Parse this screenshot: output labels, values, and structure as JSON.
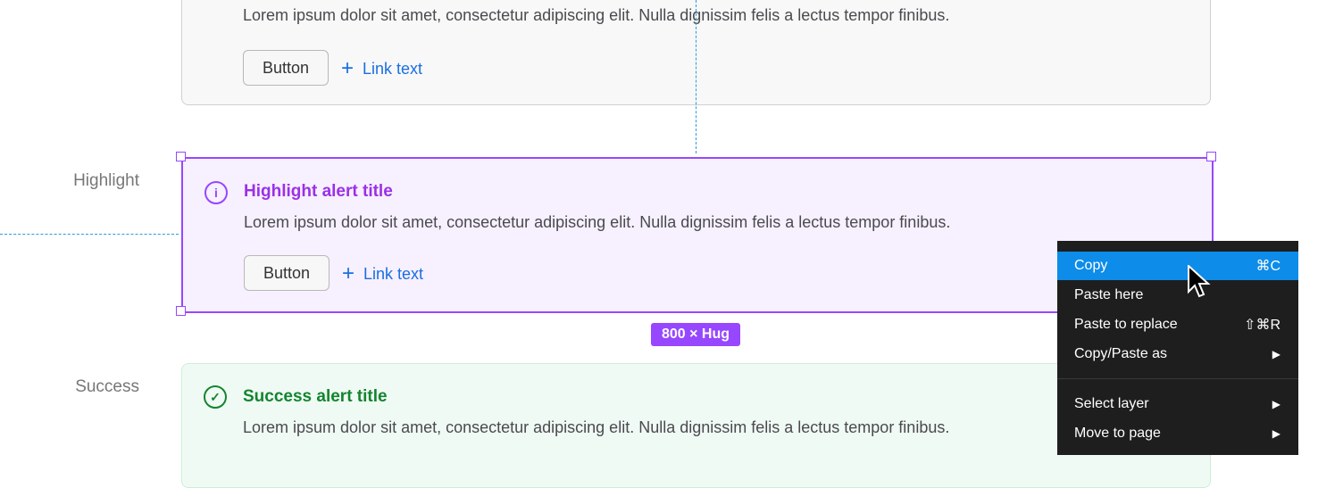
{
  "labels": {
    "highlight": "Highlight",
    "success": "Success"
  },
  "top_card": {
    "body": "Lorem ipsum dolor sit amet, consectetur adipiscing elit. Nulla dignissim felis a lectus tempor finibus.",
    "button": "Button",
    "link": "Link text"
  },
  "highlight_card": {
    "title": "Highlight alert title",
    "body": "Lorem ipsum dolor sit amet, consectetur adipiscing elit. Nulla dignissim felis a lectus tempor finibus.",
    "button": "Button",
    "link": "Link text",
    "icon": "info-icon",
    "color": "#9747ff"
  },
  "success_card": {
    "title": "Success alert title",
    "body": "Lorem ipsum dolor sit amet, consectetur adipiscing elit. Nulla dignissim felis a lectus tempor finibus.",
    "icon": "check-circle-icon",
    "color": "#14852f"
  },
  "size_badge": "800 × Hug",
  "context_menu": {
    "items": [
      {
        "label": "Copy",
        "shortcut": "⌘C"
      },
      {
        "label": "Paste here",
        "shortcut": ""
      },
      {
        "label": "Paste to replace",
        "shortcut": "⇧⌘R"
      },
      {
        "label": "Copy/Paste as",
        "shortcut": "▶"
      },
      {
        "label": "Select layer",
        "shortcut": "▶"
      },
      {
        "label": "Move to page",
        "shortcut": "▶"
      }
    ]
  }
}
